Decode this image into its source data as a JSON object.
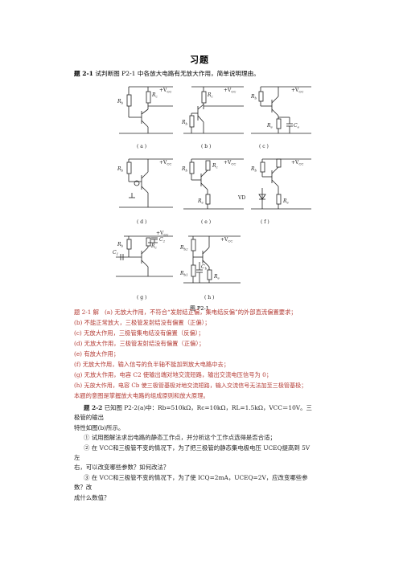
{
  "title": "习题",
  "q1": {
    "number": "题  2-1",
    "text": "试判断图 P2-1 中各放大电路有无放大作用，简单说明理由。"
  },
  "figure": {
    "caption": "图  P2-1",
    "subfigures": [
      "( a )",
      "( b )",
      "( c )",
      "( d )",
      "( e )",
      "( f )",
      "( g )",
      "( h )"
    ],
    "labels": {
      "vcc": "+V",
      "vcc_sub": "CC",
      "rb": "R",
      "rb_sub": "b",
      "rc": "R",
      "rc_sub": "c",
      "re": "R",
      "re_sub": "e",
      "ce": "C",
      "ce_sub": "e",
      "c1": "C",
      "c1_sub": "1",
      "c2": "C",
      "c2_sub": "2",
      "rb1": "R",
      "rb1_sub": "b1",
      "rb2": "R",
      "rb2_sub": "b2",
      "cb": "C",
      "cb_sub": "b",
      "vd": "VD"
    }
  },
  "answers": {
    "header": "题 2-1 解",
    "items": [
      "(a)  无放大作用，不符合“发射结正偏，集电结反偏”的外部直流偏置要求；",
      "(b)  不能正常放大，三极管发射结没有偏置（正偏）；",
      "(c)  无放大作用，三极管集电结没有偏置（反偏）；",
      "(d)  无放大作用，三极管发射结没有偏置（正偏）；",
      "(e)  有放大作用；",
      "(f)  无放大作用，输入信号的负半轴不能加到放大电路中去；",
      "(g)  无放大作用，电容 C2 使输出端对地交流短路，输出交流电压信号为 0；",
      "(h)  无放大作用，电容 Cb 使三极管基极对地交流短路，输入交流信号无法加至三极管基极；",
      "本题的意图是掌握放大电路的组成原则和放大原理。"
    ]
  },
  "q2": {
    "number": "题  2-2",
    "line1": "已知图 P2-2(a)中：R",
    "line1_full": "已知图 P2-2(a)中：Rb=510kΩ，Rc=10kΩ，RL=1.5kΩ，VCC＝10V。三极管的输出",
    "line2": "特性如图(b)所示。",
    "item1": "①  试用图解法求出电路的静态工作点，并分析这个工作点选得是否合适；",
    "item2a": "②  在 VCC和三极管不变的情况下，为了把三极管的静态集电极电压 UCEQ提高到 5V 左",
    "item2b": "右，可以改变哪些参数？如何改法？",
    "item3a": "③  在 VCC和三极管不变的情况下，为了使 ICQ=2mA，UCEQ=2V，应改变哪些参数？改",
    "item3b": "成什么数值？"
  }
}
